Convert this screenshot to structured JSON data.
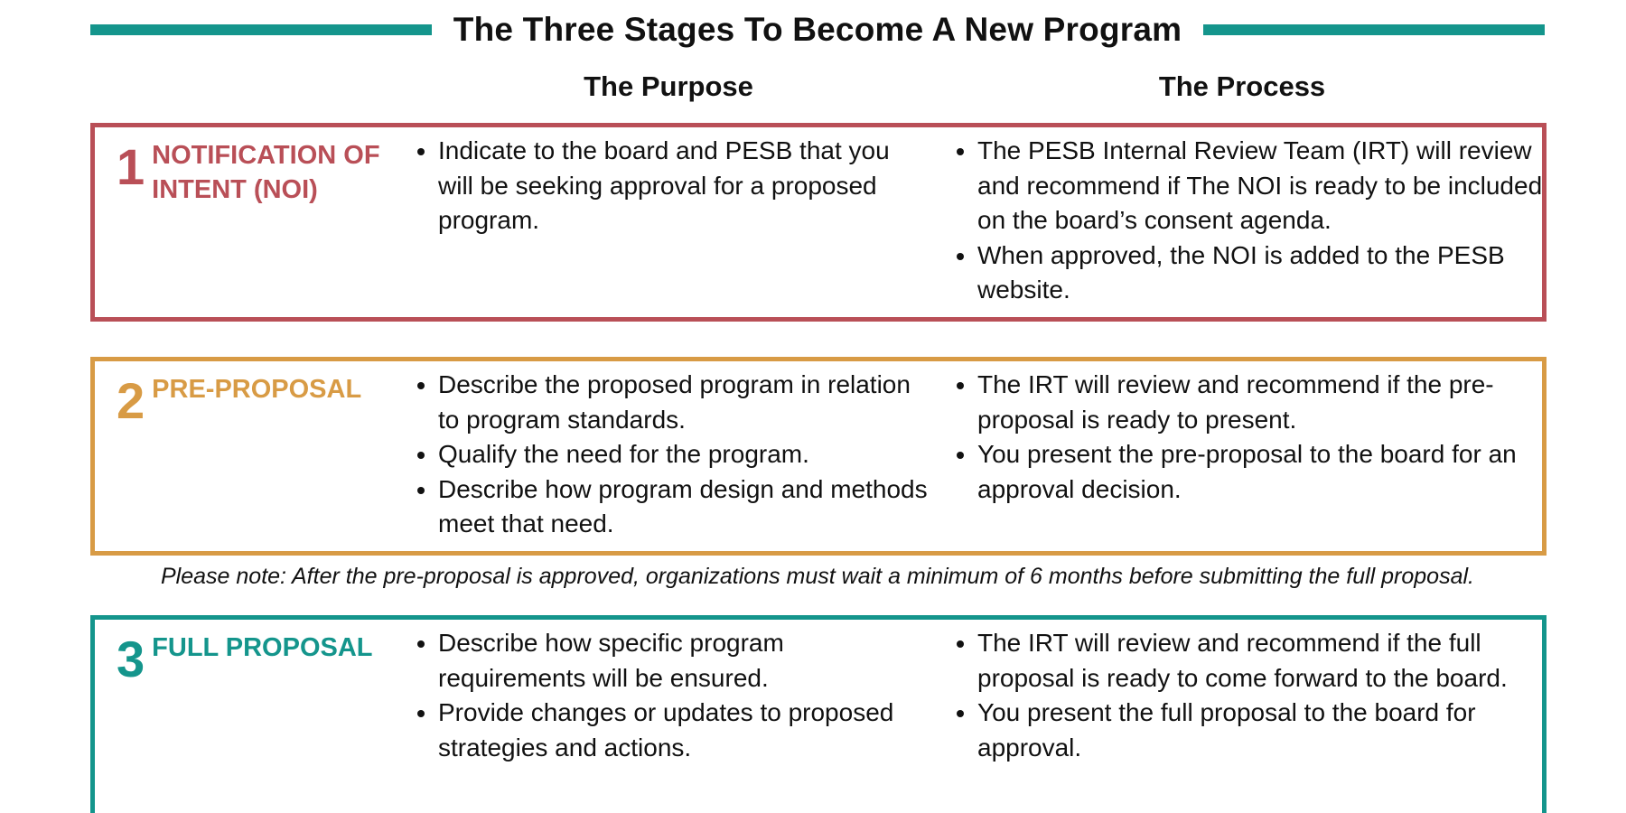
{
  "title": "The Three Stages To Become A New Program",
  "colors": {
    "teal": "#14958c",
    "red": "#b94f57",
    "gold": "#d89b45"
  },
  "headers": {
    "purpose": "The Purpose",
    "process": "The Process"
  },
  "stages": [
    {
      "number": "1",
      "name": "NOTIFICATION OF INTENT (NOI)",
      "purpose": [
        "Indicate to the board and PESB that you will be seeking approval for a proposed program."
      ],
      "process": [
        "The PESB Internal Review Team (IRT) will review and recommend if The NOI is ready to be included on the board’s consent agenda.",
        "When approved, the NOI is added to the PESB website."
      ]
    },
    {
      "number": "2",
      "name": "PRE-PROPOSAL",
      "purpose": [
        "Describe the proposed program in relation to program standards.",
        "Qualify the need for the program.",
        "Describe how program design and methods meet that need."
      ],
      "process": [
        "The IRT will review and recommend if the pre-proposal is ready to present.",
        "You present the pre-proposal to the  board for an approval decision."
      ]
    },
    {
      "number": "3",
      "name": "FULL PROPOSAL",
      "purpose": [
        "Describe how specific program requirements will be ensured.",
        "Provide changes or updates to proposed strategies and actions."
      ],
      "process": [
        "The IRT will review and recommend if the full proposal is ready to come forward to the board.",
        "You present the full proposal to the  board for approval."
      ]
    }
  ],
  "note": "Please note: After the pre-proposal is approved, organizations must wait a minimum of 6 months before submitting the full proposal."
}
